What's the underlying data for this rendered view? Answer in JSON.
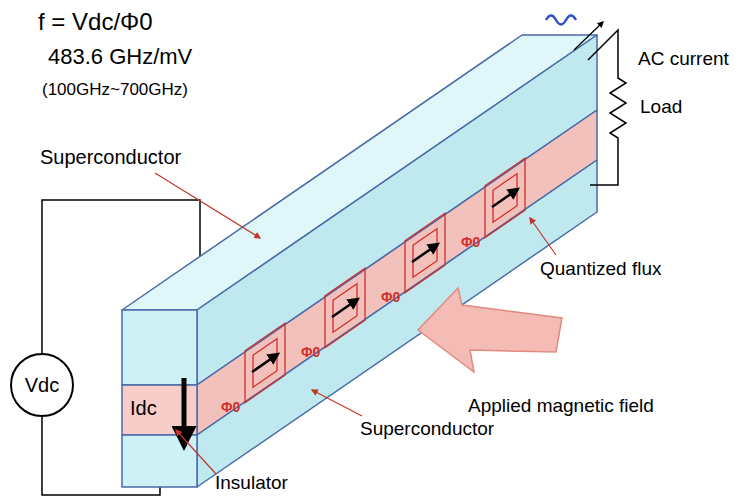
{
  "diagram": {
    "nodes": [
      {
        "text": [
          "Vdc"
        ]
      }
    ],
    "labels": [
      "f = Vdc/Φ0",
      "483.6 GHz/mV",
      "(100GHz~700GHz)",
      "Superconductor",
      "AC current",
      "Load",
      "Quantized flux",
      "Idc",
      "Applied magnetic field",
      "Superconductor",
      "Insulator",
      "Φ0",
      "Φ0",
      "Φ0",
      "Φ0"
    ]
  }
}
